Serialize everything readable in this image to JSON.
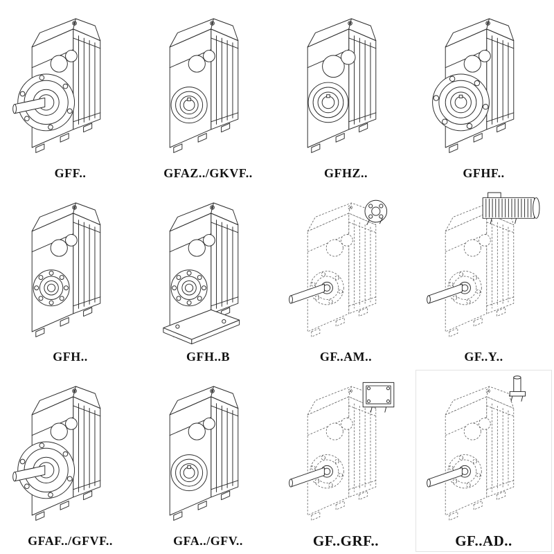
{
  "page": {
    "background": "#ffffff",
    "ink_color": "#2b2b2b",
    "phantom_ink_color": "#5a5a5a",
    "description": "Parallel shaft helical gear reducer mounting-variant catalog sheet"
  },
  "grid": {
    "columns": 4,
    "rows": 3,
    "cells": [
      {
        "label": "GFF..",
        "drawing": "flange-shaft",
        "style": "solid"
      },
      {
        "label": "GFAZ../GKVF..",
        "drawing": "hollow-bore",
        "style": "solid"
      },
      {
        "label": "GFHZ..",
        "drawing": "hollow-bore-large",
        "style": "solid"
      },
      {
        "label": "GFHF..",
        "drawing": "flange-hollow",
        "style": "solid"
      },
      {
        "label": "GFH..",
        "drawing": "bearing",
        "style": "solid"
      },
      {
        "label": "GFH..B",
        "drawing": "bearing-foot",
        "style": "solid"
      },
      {
        "label": "GF..AM..",
        "drawing": "phantom-flange-top",
        "style": "dashed"
      },
      {
        "label": "GF..Y..",
        "drawing": "phantom-motor",
        "style": "dashed"
      },
      {
        "label": "GFAF../GFVF..",
        "drawing": "flange-shaft",
        "style": "solid"
      },
      {
        "label": "GFA../GFV..",
        "drawing": "hollow-bore",
        "style": "solid"
      },
      {
        "label": "GF..GRF..",
        "drawing": "phantom-box",
        "style": "dashed"
      },
      {
        "label": "GF..AD..",
        "drawing": "phantom-shaft-top",
        "style": "dashed"
      }
    ]
  }
}
